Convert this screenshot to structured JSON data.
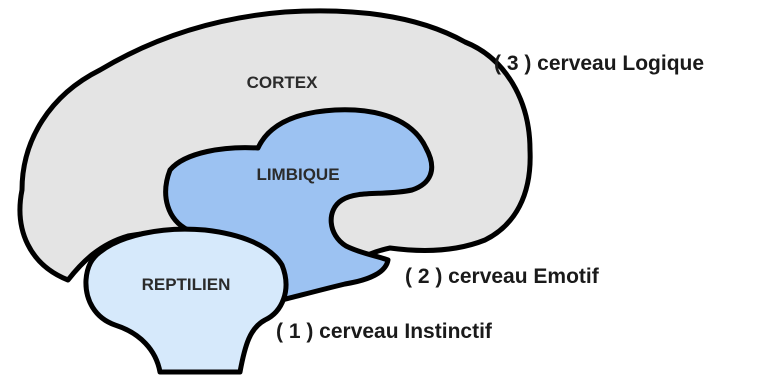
{
  "regions": {
    "cortex": {
      "label": "CORTEX"
    },
    "limbic": {
      "label": "LIMBIQUE"
    },
    "reptilian": {
      "label": "REPTILIEN"
    }
  },
  "captions": {
    "logical": "( 3 ) cerveau Logique",
    "emotional": "( 2 ) cerveau Emotif",
    "instinctive": "( 1 ) cerveau Instinctif"
  },
  "colors": {
    "cortex_fill": "#e4e4e4",
    "limbic_fill": "#9cc2f2",
    "reptilian_fill": "#d6e9fb",
    "outline": "#000000"
  }
}
